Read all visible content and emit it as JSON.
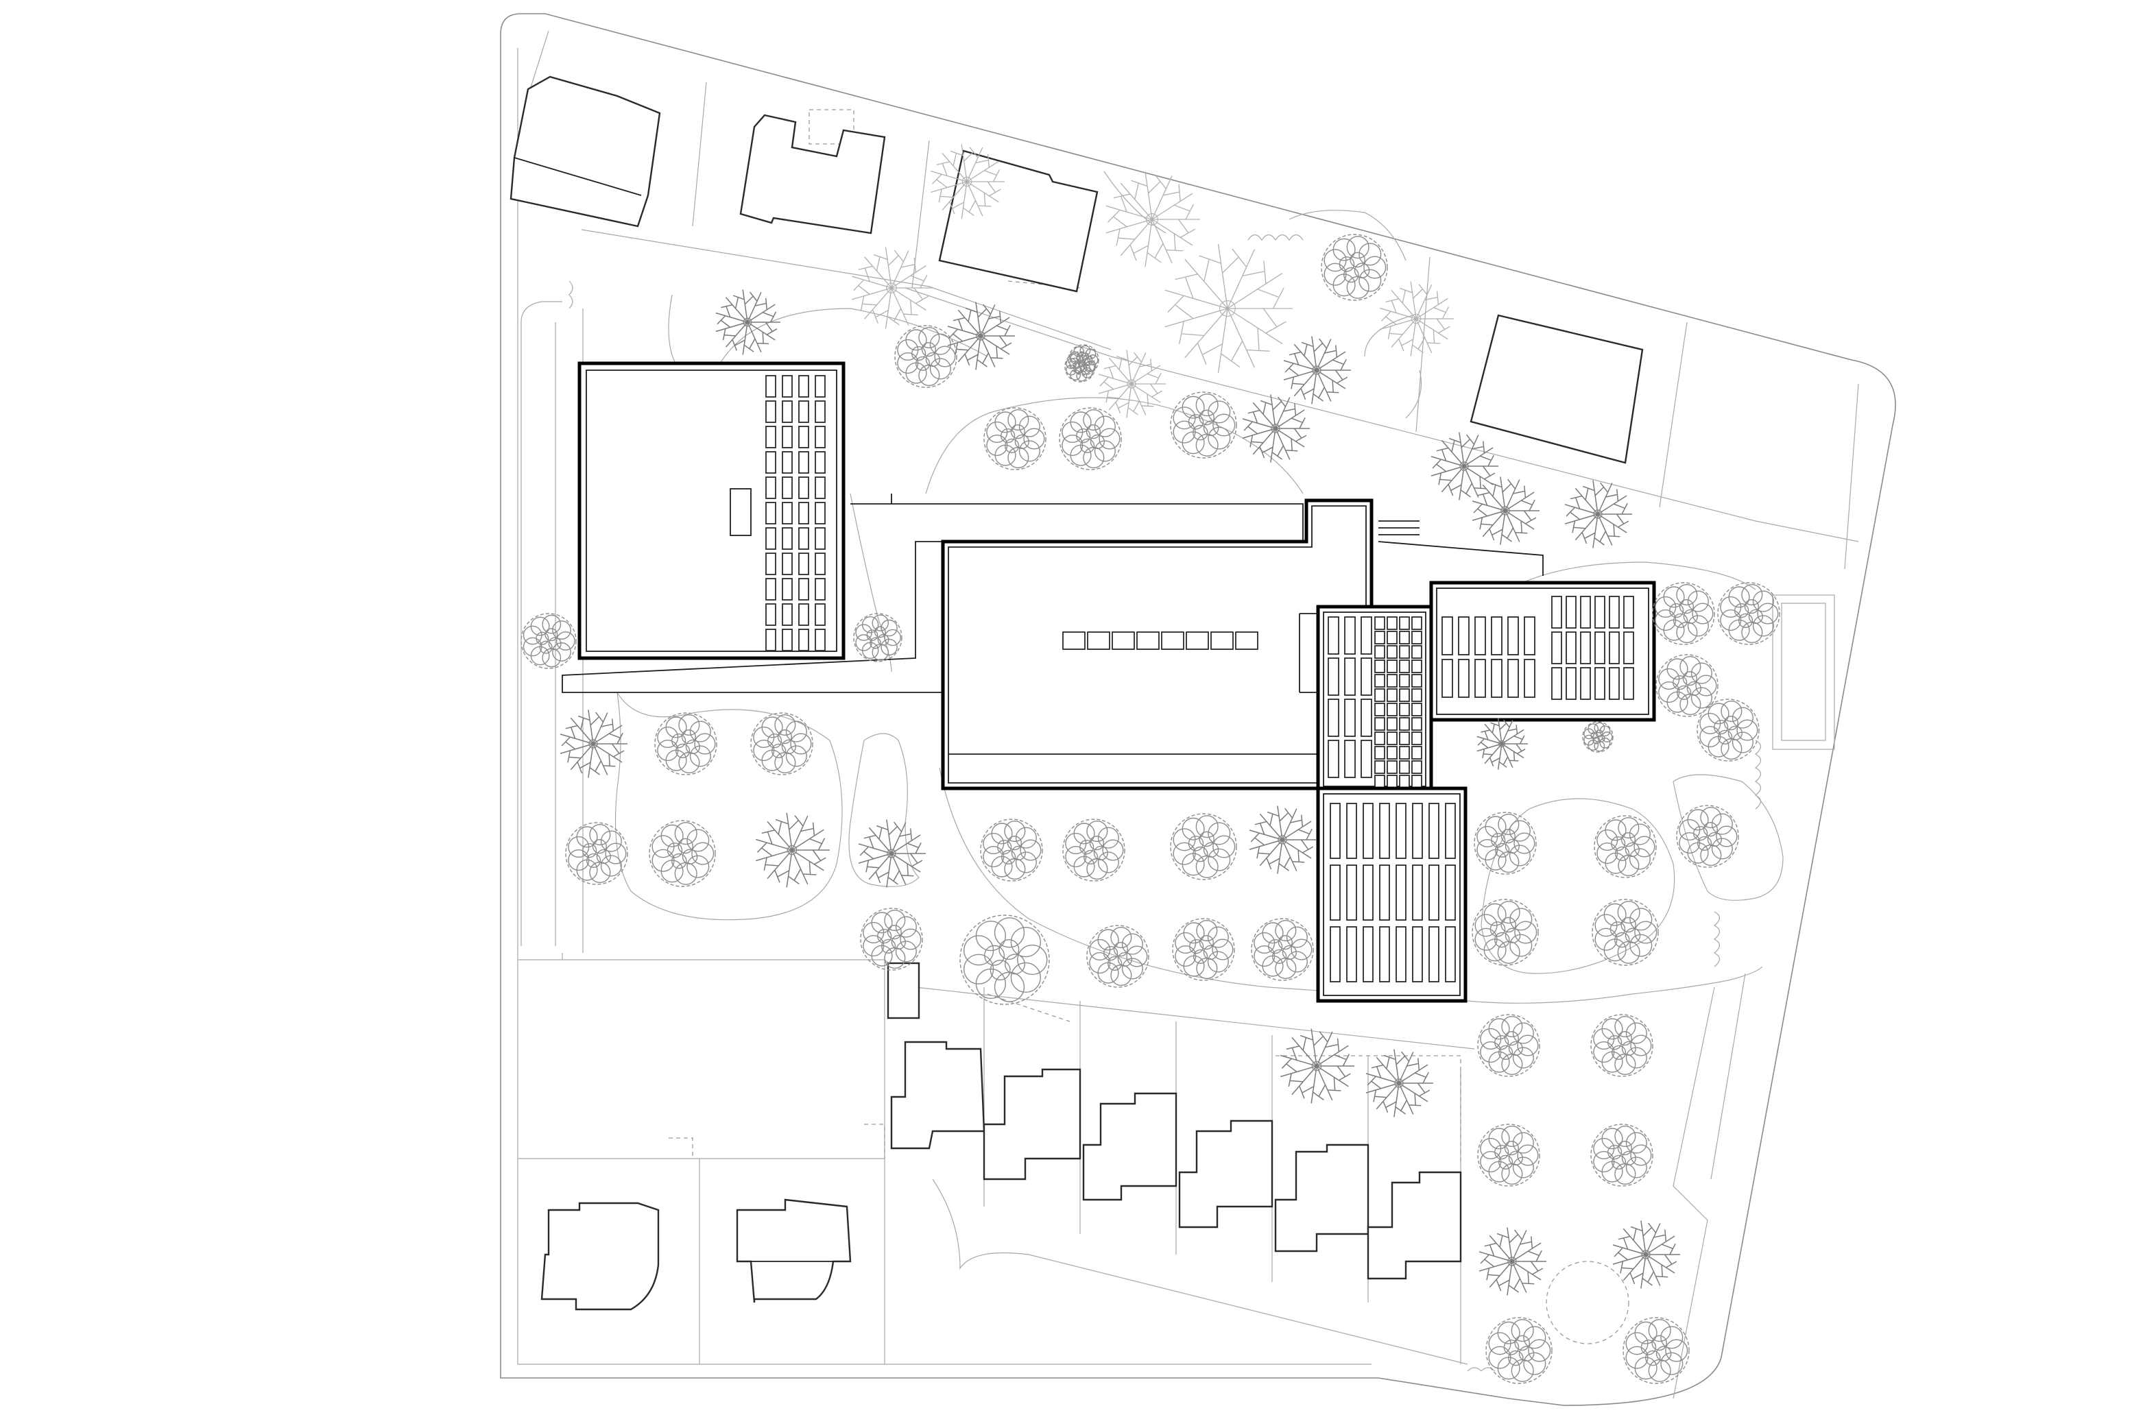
{
  "figure": {
    "type": "site-plan",
    "labels": []
  },
  "colors": {
    "background": "#ffffff",
    "building_outline": "#000000",
    "linework": "#8a8a8a",
    "vegetation": "#8c8c8c"
  },
  "elements": {
    "main_building_wings": 5,
    "neighbouring_houses": 14,
    "trees_round": 40,
    "trees_star": 22
  }
}
